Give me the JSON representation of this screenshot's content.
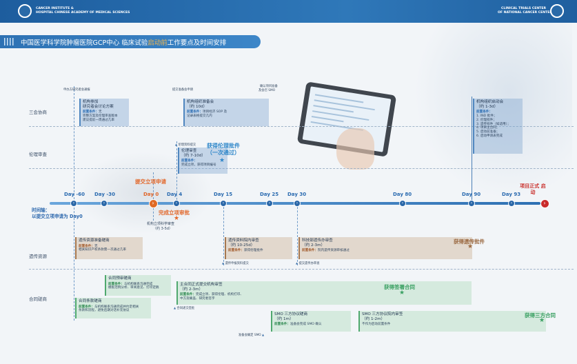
{
  "header": {
    "left_org": [
      "CANCER INSTITUTE &",
      "HOSPITAL CHINESE ACADEMY OF MEDICAL SCIENCES"
    ],
    "right_org": [
      "CLINICAL TRIALS CENTER",
      "OF NATIONAL CANCER CENTER"
    ]
  },
  "title": {
    "before": "中国医学科学院肿瘤医院GCP中心  临床试验",
    "highlight": "启动前",
    "after": "工作要点及时间安排"
  },
  "lanes": [
    "三会协商",
    "伦理审查",
    "遗传资源",
    "合同磋商"
  ],
  "axis": {
    "line1": "时间轴：",
    "line2": "以提交立项申请为 Day0"
  },
  "days": [
    {
      "label": "Day -60",
      "value": -60
    },
    {
      "label": "Day -30",
      "value": -30
    },
    {
      "label": "Day 0",
      "value": 0,
      "style": "orange"
    },
    {
      "label": "Day 4",
      "value": 4
    },
    {
      "label": "Day 15",
      "value": 15
    },
    {
      "label": "Day 25",
      "value": 25
    },
    {
      "label": "Day 30",
      "value": 30
    },
    {
      "label": "Day 80",
      "value": 80
    },
    {
      "label": "Day 90",
      "value": 90
    },
    {
      "label": "Day 93",
      "value": 93
    },
    {
      "label": "项目正式 启动",
      "style": "red"
    }
  ],
  "timeline_annotations": {
    "submit": "提交立项申请",
    "approve": "完成立项审批",
    "committee_line1": "机构立项科学审查",
    "committee_line2": "（约 3-5d）"
  },
  "coord": {
    "top_note1": "申办方研究者会通报",
    "top_note2": "提交准备会申请",
    "top_note3_l1": "确认项目准备",
    "top_note3_l2": "及会召 SMO",
    "box1": {
      "t1": "机构参加",
      "t2": "研究者会讨论方案",
      "k": "前置条件：",
      "l1": "无",
      "l2": "完整方案及伦理审查版本",
      "l3": "建议提前一周通过几率"
    },
    "box2": {
      "t1": "机构组织准备会",
      "t2": "（约 10d）",
      "k": "前置条件：",
      "l1": "项目经济 SOP 及",
      "l2": "记录表格提交几内"
    },
    "box3": {
      "t1": "机构组织启动会",
      "t2": "（约 1-3d）",
      "k": "前置条件：",
      "items": [
        "1. IND 批件；",
        "2. 伦理批件；",
        "3. 遗传批件（如适用）；",
        "4. 项目主合同；",
        "5. 启动前准备；",
        "6. 启动申请表完成"
      ]
    }
  },
  "ethics": {
    "note": "伦理资料提交",
    "box": {
      "t1": "伦理审查",
      "t2": "（约 7-10d）",
      "k": "前置条件：",
      "l1": "完成立项，获得项目编号"
    },
    "approval_line1": "获得伦理批件",
    "approval_line2": "（一次通过）"
  },
  "genetic": {
    "box1": {
      "t1": "遗传资源准备磋商",
      "k": "前置条件：",
      "l1": "无",
      "l2": "相关知识产权条款需一次通过几率"
    },
    "box2": {
      "t1": "遗传资料院内审查",
      "t2": "（约 10-25d）",
      "k": "前置条件：",
      "l1": "获得伦理批件"
    },
    "box3": {
      "t1": "科技部遗传办审查",
      "t2": "（约 2-3m）",
      "k": "前置条件：",
      "l1": "院内遗传资源审核通过"
    },
    "note1": "遗传申报资料提交",
    "note2": "提交遗传办审查",
    "approval": "获得遗传批件"
  },
  "contract": {
    "box1": {
      "t1": "合同预审磋商",
      "k": "前置条件：",
      "l1": "与机构联系沟通完成",
      "l2": "模板范例分析、审阅意见、打印定稿"
    },
    "box2": {
      "t1": "合同条款磋商",
      "k": "前置条件：",
      "l1": "与机构联系沟通完成并约定相关",
      "l2": "条款和流程，避免后期对话补充协议"
    },
    "box3": {
      "t1": "主合同正式提交机构审签",
      "t2": "（约 2-3m）",
      "k": "前置条件：",
      "l1": "完成立项、获得伦理、机构打印、",
      "l2": "中方及确盖、研究者签字"
    },
    "box4": {
      "t1": "SMO 三方协议磋商",
      "t2": "（约 1m）",
      "k": "前置条件：",
      "l1": "准备会完成 SMO 确认"
    },
    "box5": {
      "t1": "SMO 三方协议院内审签",
      "t2": "（约 1-2m）",
      "k": "",
      "l1": "不作为启动前置条件"
    },
    "note1": "合同递交签批",
    "note2": "准备会确定 SMO",
    "signed": "获得签署合同",
    "tripartite": "获得三方合同"
  }
}
